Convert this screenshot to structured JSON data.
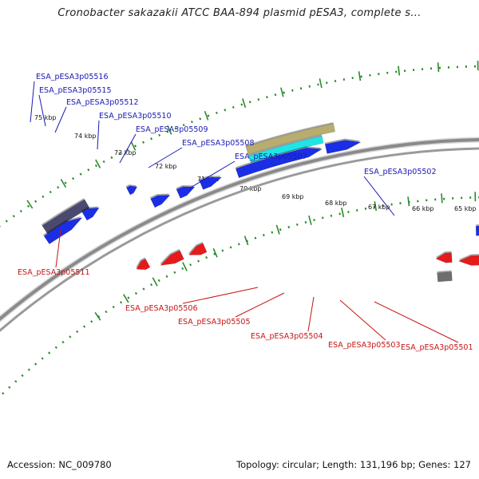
{
  "title": "Cronobacter sakazakii ATCC BAA-894 plasmid pESA3, complete s...",
  "footer": {
    "accession": "Accession: NC_009780",
    "summary": "Topology: circular; Length: 131,196 bp; Genes: 127"
  },
  "colors": {
    "forward_gene": "#1a2ee6",
    "reverse_gene": "#e61a1a",
    "forward_label": "#1a1ab4",
    "reverse_label": "#c81414",
    "tick": "#2a8a2a",
    "backbone": "#8a8a8a",
    "feature_gold": "#b8ad6e",
    "feature_cyan": "#1ee6e6",
    "feature_dark": "#4a4a70",
    "feature_gray": "#6e6e6e"
  },
  "tick_labels": [
    "75 kbp",
    "74 kbp",
    "73 kbp",
    "72 kbp",
    "71 kbp",
    "70 kbp",
    "69 kbp",
    "68 kbp",
    "67 kbp",
    "66 kbp",
    "65 kbp"
  ],
  "forward_genes": [
    "ESA_pESA3p05516",
    "ESA_pESA3p05515",
    "ESA_pESA3p05512",
    "ESA_pESA3p05510",
    "ESA_pESA3p05509",
    "ESA_pESA3p05508",
    "ESA_pESA3p05507",
    "ESA_pESA3p05502"
  ],
  "reverse_genes": [
    "ESA_pESA3p05511",
    "ESA_pESA3p05506",
    "ESA_pESA3p05505",
    "ESA_pESA3p05504",
    "ESA_pESA3p05503",
    "ESA_pESA3p05501"
  ]
}
